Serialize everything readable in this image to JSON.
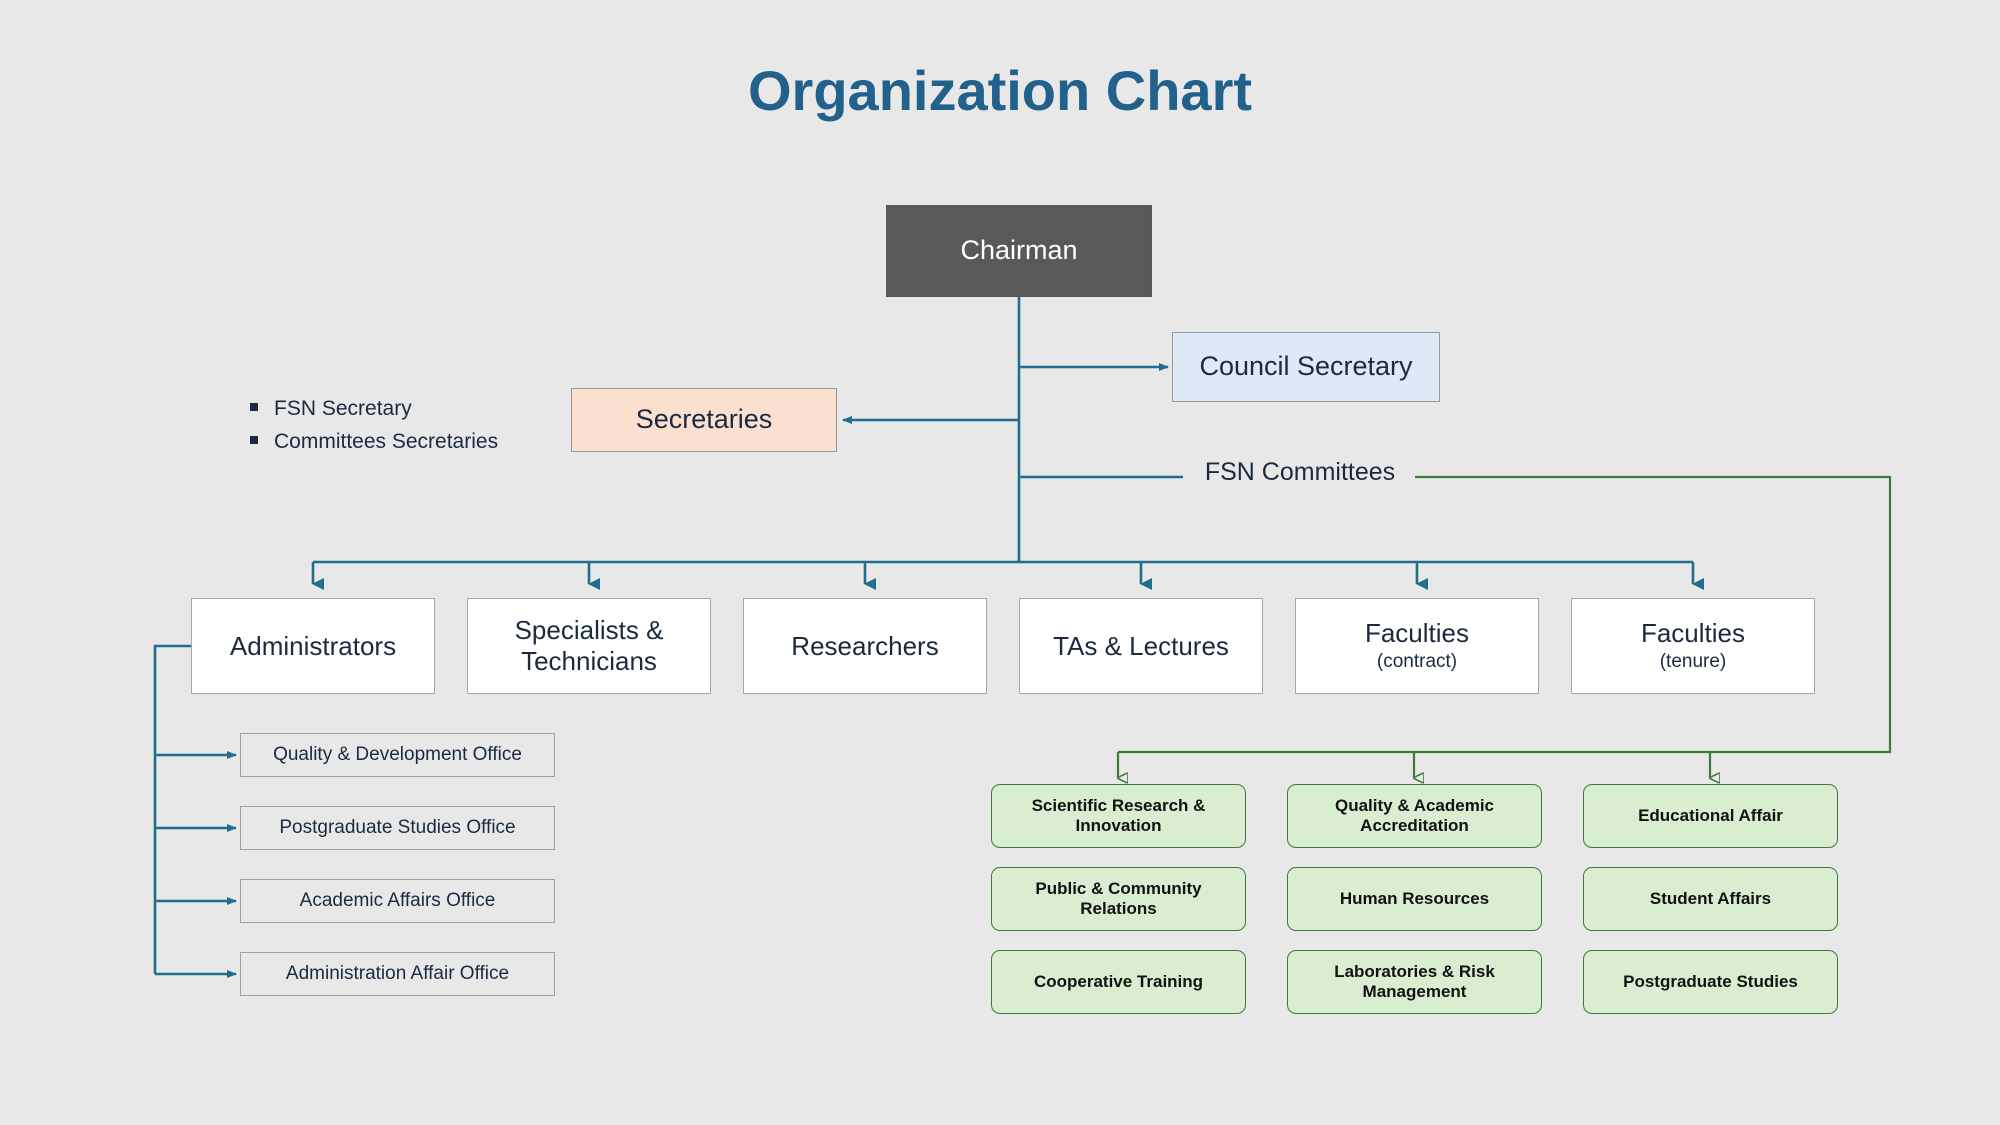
{
  "title": "Organization Chart",
  "colors": {
    "background": "#e8e8e8",
    "title": "#21618c",
    "chairman_fill": "#595959",
    "council_fill": "#dce9f7",
    "secretaries_fill": "#fbe0cf",
    "main_fill": "#ffffff",
    "office_fill": "#e8e8e8",
    "committee_fill": "#d9eed0",
    "committee_border": "#3e7a3a",
    "blue_connector": "#216d8f",
    "green_connector": "#3e7a3a",
    "text": "#1b2a41"
  },
  "top": {
    "chairman": "Chairman",
    "council_secretary": "Council Secretary",
    "secretaries": "Secretaries"
  },
  "secretaries_notes": [
    "FSN Secretary",
    "Committees Secretaries"
  ],
  "fsn_committees_label": "FSN Committees",
  "main_row": [
    {
      "label": "Administrators",
      "sub": ""
    },
    {
      "label": "Specialists & Technicians",
      "sub": ""
    },
    {
      "label": "Researchers",
      "sub": ""
    },
    {
      "label": "TAs & Lectures",
      "sub": ""
    },
    {
      "label": "Faculties",
      "sub": "(contract)"
    },
    {
      "label": "Faculties",
      "sub": "(tenure)"
    }
  ],
  "offices": [
    "Quality & Development Office",
    "Postgraduate Studies Office",
    "Academic Affairs Office",
    "Administration Affair Office"
  ],
  "committees": {
    "column_1": [
      "Scientific Research & Innovation",
      "Public & Community Relations",
      "Cooperative Training"
    ],
    "column_2": [
      "Quality & Academic Accreditation",
      "Human Resources",
      "Laboratories & Risk Management"
    ],
    "column_3": [
      "Educational Affair",
      "Student Affairs",
      "Postgraduate Studies"
    ]
  }
}
